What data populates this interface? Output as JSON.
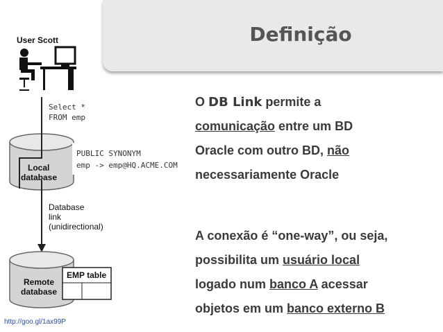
{
  "title": "Definição",
  "diagram": {
    "user_label": "User Scott",
    "query_line1": "Select *",
    "query_line2": "FROM emp",
    "synonym_line1": "PUBLIC SYNONYM",
    "synonym_line2": "emp -> emp@HQ.ACME.COM",
    "local_line1": "Local",
    "local_line2": "database",
    "link_line1": "Database",
    "link_line2": "link",
    "link_line3": "(unidirectional)",
    "remote_line1": "Remote",
    "remote_line2": "database",
    "table_label": "EMP table"
  },
  "paragraph1": {
    "p1": "O ",
    "dblink": "DB Link",
    "p2": " permite a",
    "p3": "comunicação",
    "p4": " entre um BD",
    "p5": "Oracle com outro BD, ",
    "p6": "não",
    "p7": "necessariamente Oracle"
  },
  "paragraph2": {
    "p1": "A conexão é “one-way”, ou seja,",
    "p2": "possibilita um ",
    "p3": "usuário local",
    "p4": "logado num ",
    "p5": "banco A",
    "p6": " acessar",
    "p7": "objetos em um ",
    "p8": "banco externo B"
  },
  "source": "http://goo.gl/1ax99P"
}
